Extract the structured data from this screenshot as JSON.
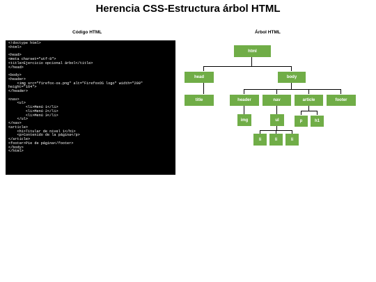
{
  "page": {
    "title": "Herencia CSS-Estructura árbol HTML",
    "code_heading": "Código HTML",
    "tree_heading": "Árbol HTML"
  },
  "code": {
    "lines": [
      "<!doctype html>",
      "<html>",
      "",
      "<head>",
      "<meta charset=\"utf-8\">",
      "<title>Ejercicio opcional árbol</title>",
      "</head>",
      "",
      "<body>",
      "<header>",
      "    <img src=\"firefox-os.png\" alt=\"FirefoxOS logo\" width=\"200\"",
      "height=\"164\">",
      "</header>",
      "",
      "<nav>",
      "    <ul>",
      "        <li>Menú 1</li>",
      "        <li>Menú 2</li>",
      "        <li>Menú 3</li>",
      "    </ul>",
      "</nav>",
      "<article>",
      "    <h1>Titular de nivel 1</h1>",
      "    <p>Contenido de la página</p>",
      "</article>",
      "<footer>Pie de página</footer>",
      "</body>",
      "</html>"
    ]
  },
  "tree": {
    "node_color": "#70ad47",
    "nodes": {
      "html": "html",
      "head": "head",
      "body": "body",
      "title": "title",
      "header": "header",
      "nav": "nav",
      "article": "article",
      "footer": "footer",
      "img": "img",
      "ul": "ul",
      "p": "p",
      "h1": "h1",
      "li_1": "li",
      "li_2": "li",
      "li_3": "li"
    }
  }
}
